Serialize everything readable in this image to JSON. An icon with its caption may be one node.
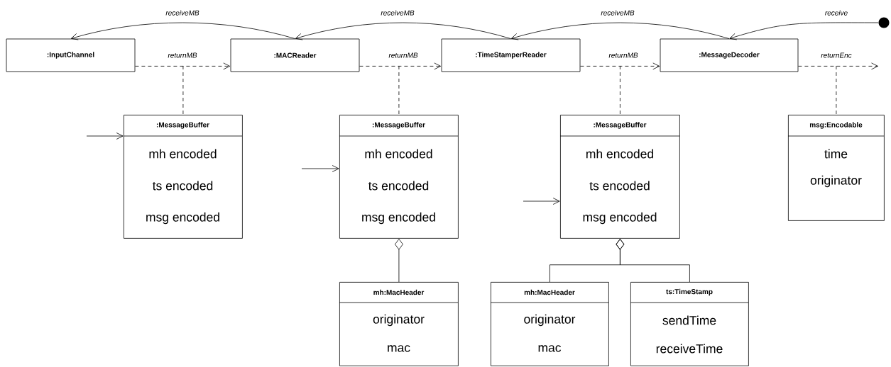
{
  "diagram": {
    "nodes": [
      {
        "text": [
          ":InputChannel"
        ]
      },
      {
        "text": [
          ":MACReader"
        ]
      },
      {
        "text": [
          ":TimeStamperReader"
        ]
      },
      {
        "text": [
          ":MessageDecoder"
        ]
      },
      {
        "text": [],
        "shape": "circle"
      },
      {
        "text": [
          ":MessageBuffer",
          "mh encoded",
          "ts encoded",
          "msg encoded"
        ]
      },
      {
        "text": [
          ":MessageBuffer",
          "mh encoded",
          "ts encoded",
          "msg encoded"
        ]
      },
      {
        "text": [
          ":MessageBuffer",
          "mh encoded",
          "ts encoded",
          "msg encoded"
        ]
      },
      {
        "text": [
          "msg:Encodable",
          "time",
          "originator"
        ]
      },
      {
        "text": [
          "mh:MacHeader",
          "originator",
          "mac"
        ]
      },
      {
        "text": [
          "mh:MacHeader",
          "originator",
          "mac"
        ]
      },
      {
        "text": [
          "ts:TimeStamp",
          "sendTime",
          "receiveTime"
        ]
      }
    ],
    "edges": [
      {
        "from": 1,
        "to": 0,
        "arrow": "to",
        "label": "receiveMB"
      },
      {
        "from": 2,
        "to": 1,
        "arrow": "to",
        "label": "receiveMB"
      },
      {
        "from": 3,
        "to": 2,
        "arrow": "to",
        "label": "receiveMB"
      },
      {
        "from": 4,
        "to": 3,
        "arrow": "to",
        "label": "receive"
      },
      {
        "from": 0,
        "to": 1,
        "arrow": "to",
        "label": "returnMB",
        "style": "dashed"
      },
      {
        "from": 1,
        "to": 2,
        "arrow": "to",
        "label": "returnMB",
        "style": "dashed"
      },
      {
        "from": 2,
        "to": 3,
        "arrow": "to",
        "label": "returnMB",
        "style": "dashed"
      },
      {
        "from": 3,
        "to": null,
        "arrow": "to",
        "label": "returnEnc",
        "style": "dashed"
      },
      {
        "from": null,
        "to": 5,
        "arrow": "none",
        "style": "dashed"
      },
      {
        "from": null,
        "to": 6,
        "arrow": "none",
        "style": "dashed"
      },
      {
        "from": null,
        "to": 7,
        "arrow": "none",
        "style": "dashed"
      },
      {
        "from": null,
        "to": 8,
        "arrow": "none",
        "style": "dashed"
      },
      {
        "from": null,
        "to": 5,
        "arrow": "to"
      },
      {
        "from": null,
        "to": 6,
        "arrow": "to"
      },
      {
        "from": null,
        "to": 7,
        "arrow": "to"
      },
      {
        "from": 6,
        "to": 9,
        "arrow": "other"
      },
      {
        "from": 7,
        "to": 10,
        "arrow": "other"
      },
      {
        "from": 7,
        "to": 11,
        "arrow": "other"
      }
    ]
  }
}
